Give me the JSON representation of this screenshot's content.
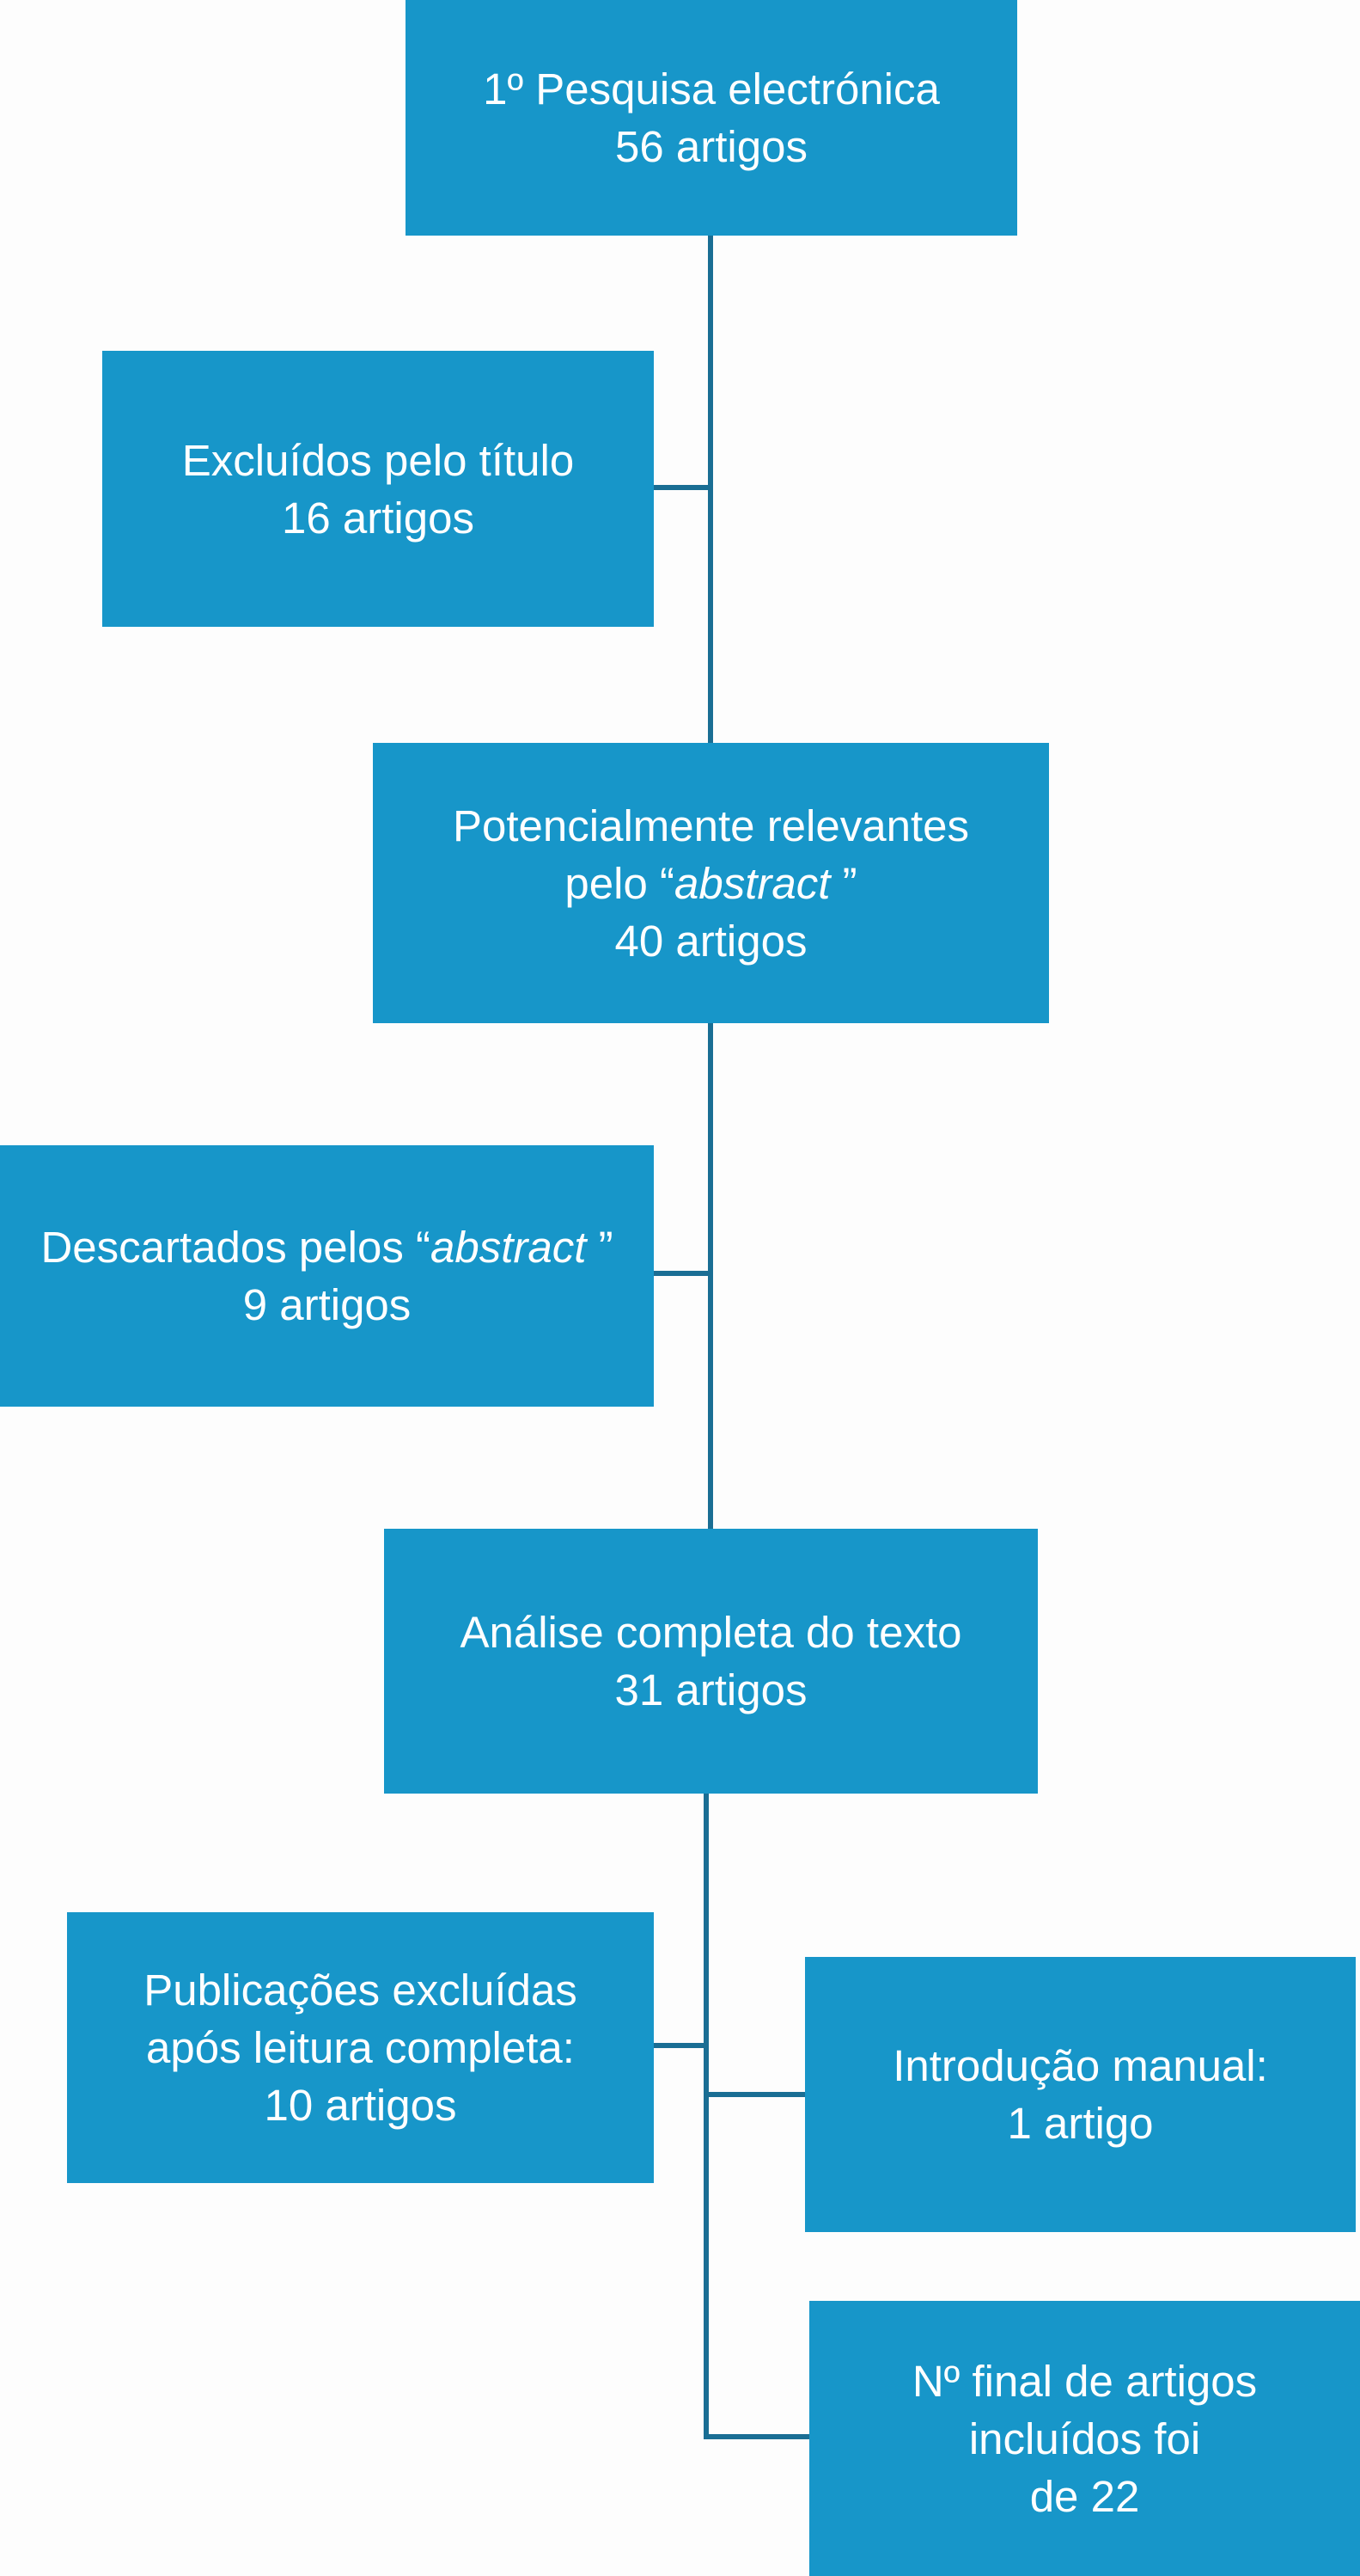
{
  "diagram": {
    "colors": {
      "box_fill": "#1796c9",
      "box_text": "#ffffff",
      "connector": "#1a6e94",
      "background": "#fdfdfd"
    },
    "boxes": [
      {
        "id": "search",
        "line1": "1º Pesquisa electrónica",
        "line2": "56 artigos"
      },
      {
        "id": "title-excluded",
        "line1": "Excluídos pelo título",
        "line2": "16 artigos"
      },
      {
        "id": "potentially-relevant",
        "line1": "Potencialmente relevantes",
        "line2_prefix": "pelo “",
        "line2_italic": "abstract",
        "line2_suffix": " ”",
        "line3": "40 artigos"
      },
      {
        "id": "abstract-discarded",
        "line1_prefix": "Descartados pelos “",
        "line1_italic": "abstract",
        "line1_suffix": " ”",
        "line2": "9 artigos"
      },
      {
        "id": "full-text",
        "line1": "Análise completa do texto",
        "line2": "31 artigos"
      },
      {
        "id": "excluded-after-reading",
        "line1": "Publicações excluídas",
        "line2": "após leitura completa:",
        "line3": "10 artigos"
      },
      {
        "id": "manual-introduction",
        "line1": "Introdução manual:",
        "line2": "1 artigo"
      },
      {
        "id": "final-count",
        "line1": "Nº final de artigos",
        "line2": "incluídos foi",
        "line3": "de 22"
      }
    ]
  }
}
